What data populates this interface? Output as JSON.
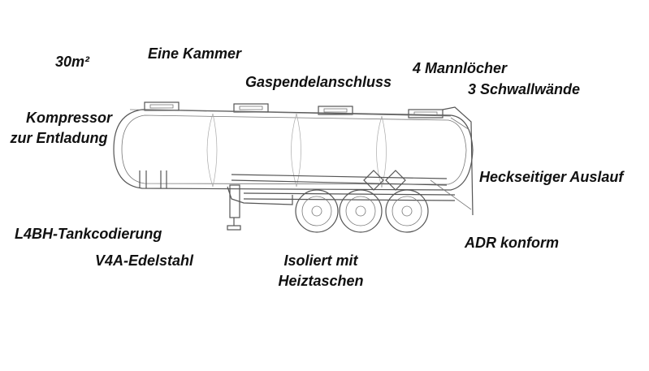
{
  "labels": {
    "volume": "30m²",
    "chambers": "Eine Kammer",
    "vapour_return": "Gaspendelanschluss",
    "manholes": "4 Mannlöcher",
    "baffles": "3 Schwallwände",
    "compressor": "Kompressor zur Entladung",
    "compressor_line1": "Kompressor",
    "compressor_line2": "zur Entladung",
    "rear_outlet": "Heckseitiger Auslauf",
    "tank_code": "L4BH-Tankcodierung",
    "material": "V4A-Edelstahl",
    "insulation_line1": "Isoliert mit",
    "insulation_line2": "Heiztaschen",
    "adr": "ADR konform"
  },
  "colors": {
    "text": "#111111",
    "drawing": "#555555"
  }
}
